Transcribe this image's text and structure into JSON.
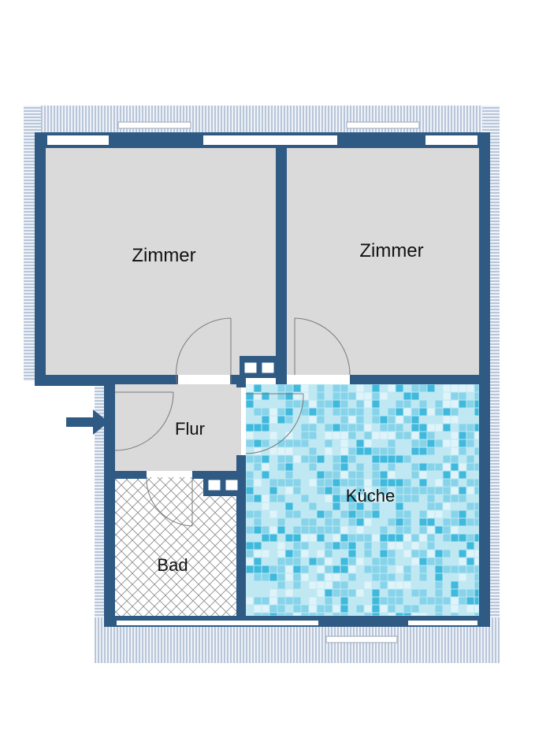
{
  "rooms": {
    "zimmer_left": "Zimmer",
    "zimmer_right": "Zimmer",
    "flur": "Flur",
    "kueche": "Küche",
    "bad": "Bad"
  },
  "colors": {
    "wall": "#2f5a84",
    "room_gray": "#dadada",
    "exterior_light": "#e6ebf3",
    "exterior_stripe": "#b8c6d9",
    "kitchen_tile_base": "#bfe8f3",
    "kitchen_tile_dark": "#3fb9dc",
    "kitchen_tile_mid": "#86d3ea",
    "bath_tile": "#ffffff",
    "bath_grid": "#8a8a8a",
    "door_swing": "#7a7a7a",
    "arrow": "#2f5a84"
  },
  "icons": {
    "entrance": "arrow-right-icon",
    "shaft": "shaft-icon"
  }
}
